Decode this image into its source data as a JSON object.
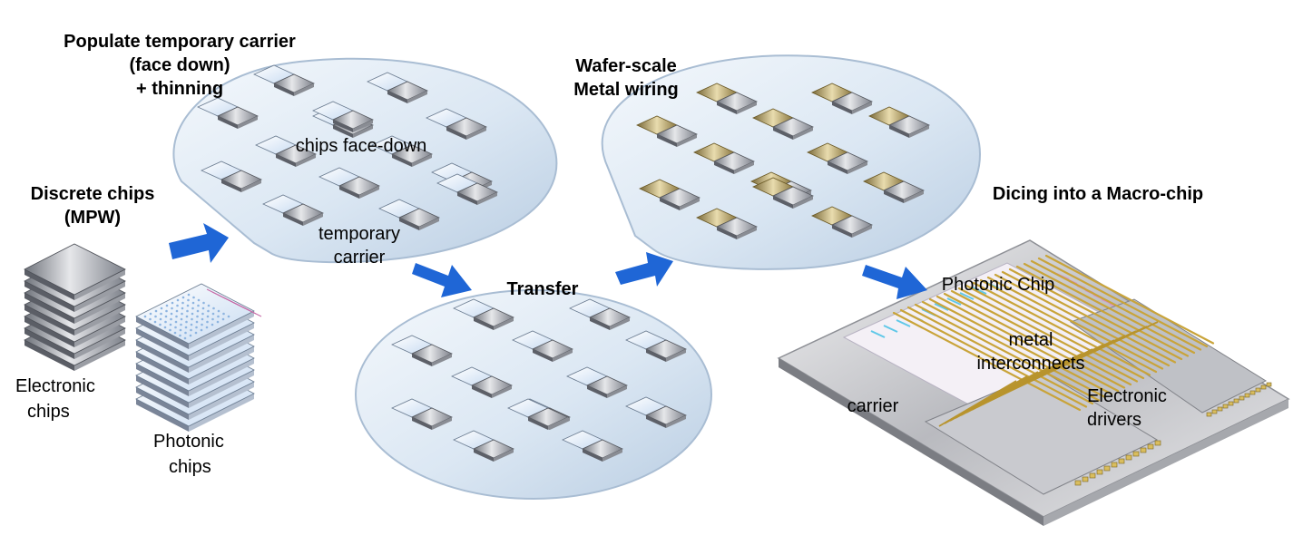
{
  "labels": {
    "discrete_line1": "Discrete chips",
    "discrete_line2": "(MPW)",
    "electronic_line1": "Electronic",
    "electronic_line2": "chips",
    "photonic_line1": "Photonic",
    "photonic_line2": "chips",
    "populate_line1": "Populate temporary carrier",
    "populate_line2": "(face down)",
    "populate_line3": "+ thinning",
    "chips_face_down": "chips face-down",
    "temporary_line1": "temporary",
    "temporary_line2": "carrier",
    "transfer": "Transfer",
    "wafer_line1": "Wafer-scale",
    "wafer_line2": "Metal wiring",
    "dicing": "Dicing into a Macro-chip",
    "photonic_chip": "Photonic Chip",
    "metal_line1": "metal",
    "metal_line2": "interconnects",
    "carrier": "carrier",
    "electronic_drivers_line1": "Electronic",
    "electronic_drivers_line2": "drivers"
  },
  "colors": {
    "arrow": "#1f66d6",
    "wafer_fill": "#dce8f4",
    "wafer_edge": "#a9bdd3",
    "chip_metal": "#8e929b",
    "photonic_chip": "#d8e6f6",
    "gold_wire": "#c9a43a",
    "carrier_plate": "#c8c9cd"
  }
}
